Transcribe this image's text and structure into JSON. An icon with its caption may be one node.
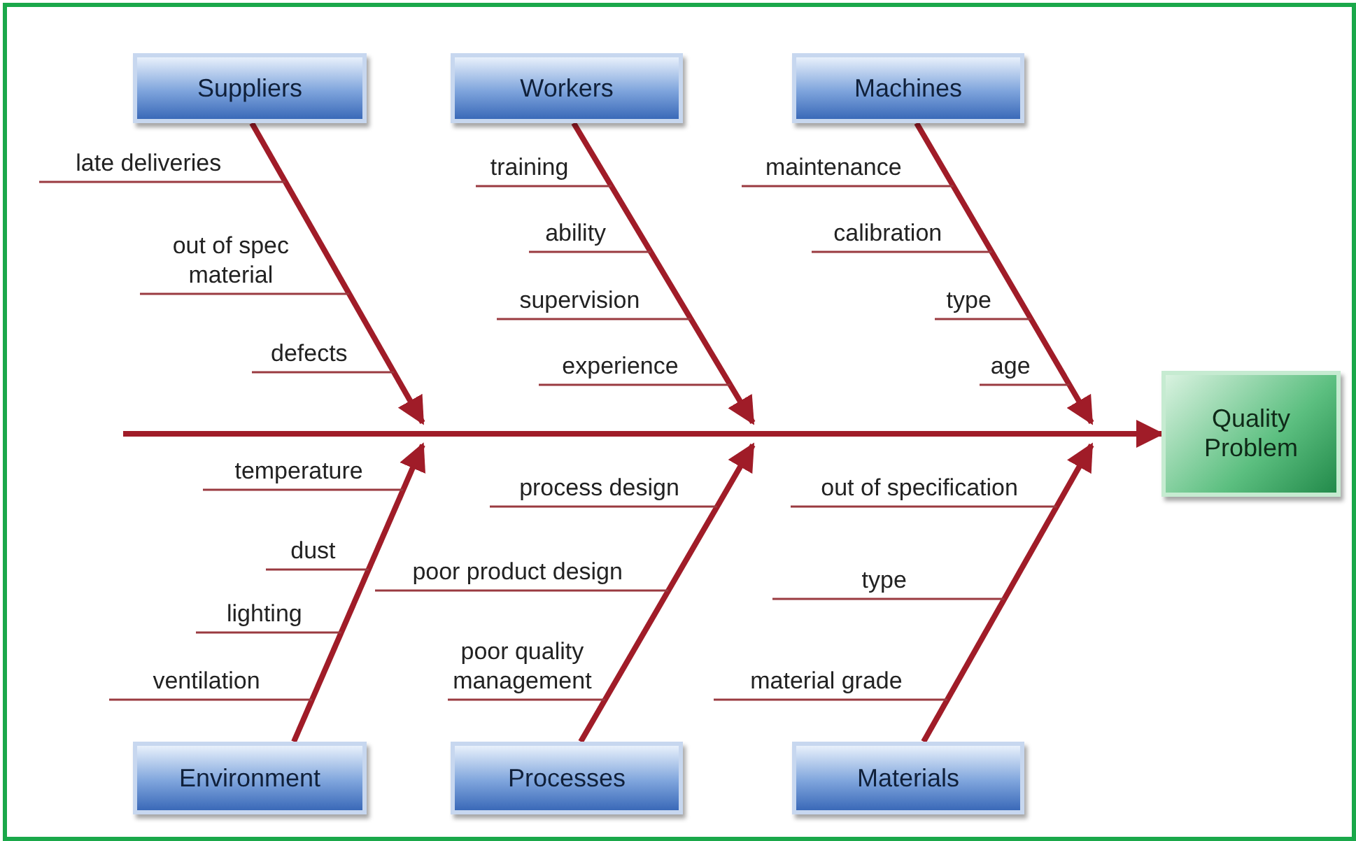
{
  "diagram": {
    "nodes": [
      {
        "text": [
          "Suppliers"
        ]
      },
      {
        "text": [
          "Workers"
        ]
      },
      {
        "text": [
          "Machines"
        ]
      },
      {
        "text": [
          "Environment"
        ]
      },
      {
        "text": [
          "Processes"
        ]
      },
      {
        "text": [
          "Materials"
        ]
      },
      {
        "text": [
          "Quality Problem"
        ]
      }
    ],
    "edges": [
      {
        "from": 0,
        "to": null,
        "arrow": "to"
      },
      {
        "from": 1,
        "to": null,
        "arrow": "to"
      },
      {
        "from": 2,
        "to": null,
        "arrow": "to"
      },
      {
        "from": 3,
        "to": null,
        "arrow": "to"
      },
      {
        "from": 4,
        "to": null,
        "arrow": "to"
      },
      {
        "from": 5,
        "to": null,
        "arrow": "to"
      },
      {
        "from": null,
        "to": 6,
        "arrow": "to"
      }
    ],
    "labels": [
      "late deliveries",
      "out of spec material",
      "defects",
      "training",
      "ability",
      "supervision",
      "experience",
      "maintenance",
      "calibration",
      "type",
      "age",
      "temperature",
      "dust",
      "lighting",
      "ventilation",
      "process design",
      "poor product design",
      "poor quality management",
      "out of specification",
      "type",
      "material grade"
    ]
  }
}
